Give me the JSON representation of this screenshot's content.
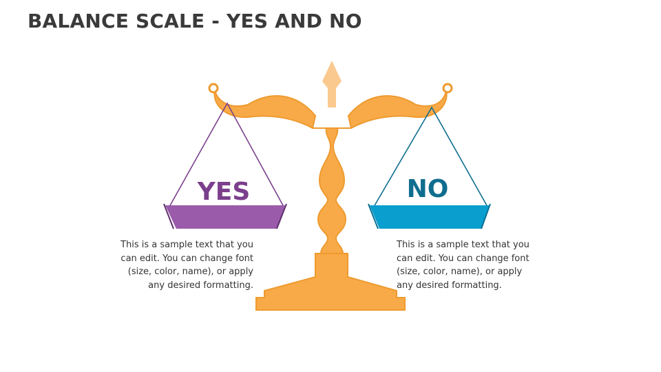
{
  "title": "BALANCE SCALE - YES AND NO",
  "colors": {
    "scale": "#F8AA48",
    "scale_dark": "#EE9A2E",
    "finial": "#FAC98F",
    "yes": "#9A5BAA",
    "yes_text": "#7B3F8C",
    "no": "#0A9ECF",
    "no_text": "#0F6E8F"
  },
  "pans": {
    "yes": {
      "label": "YES",
      "text": "This is a sample text that you can edit. You can change font (size, color, name), or apply any desired formatting."
    },
    "no": {
      "label": "NO",
      "text": "This is a sample text that you can edit. You can change font (size, color, name), or apply any desired formatting."
    }
  }
}
